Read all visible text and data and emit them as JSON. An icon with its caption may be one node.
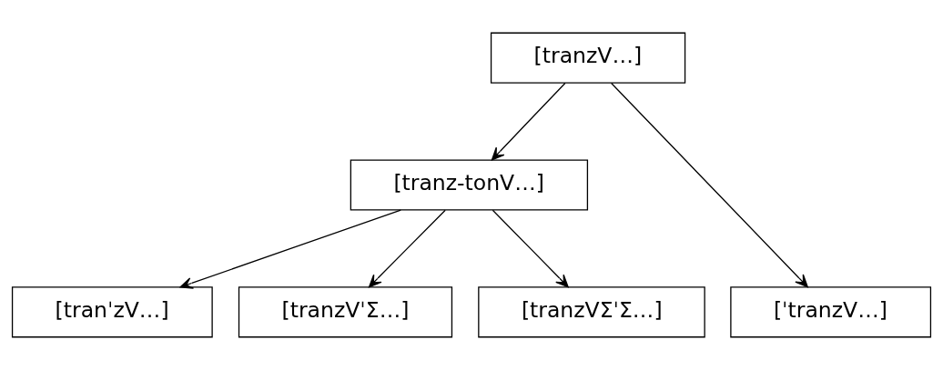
{
  "diagram": {
    "nodes": [
      {
        "text": [
          "[tranzV…]"
        ]
      },
      {
        "text": [
          "[tranz-tonV…]"
        ]
      },
      {
        "text": [
          "[tranˈzV…]"
        ]
      },
      {
        "text": [
          "[tranzVˈΣ…]"
        ]
      },
      {
        "text": [
          "[tranzVΣˈΣ…]"
        ]
      },
      {
        "text": [
          "[ˈtranzV…]"
        ]
      }
    ],
    "edges": [
      {
        "from": 0,
        "to": 1,
        "arrow": "to"
      },
      {
        "from": 0,
        "to": 5,
        "arrow": "to"
      },
      {
        "from": 1,
        "to": 2,
        "arrow": "to"
      },
      {
        "from": 1,
        "to": 3,
        "arrow": "to"
      },
      {
        "from": 1,
        "to": 4,
        "arrow": "to"
      }
    ]
  }
}
